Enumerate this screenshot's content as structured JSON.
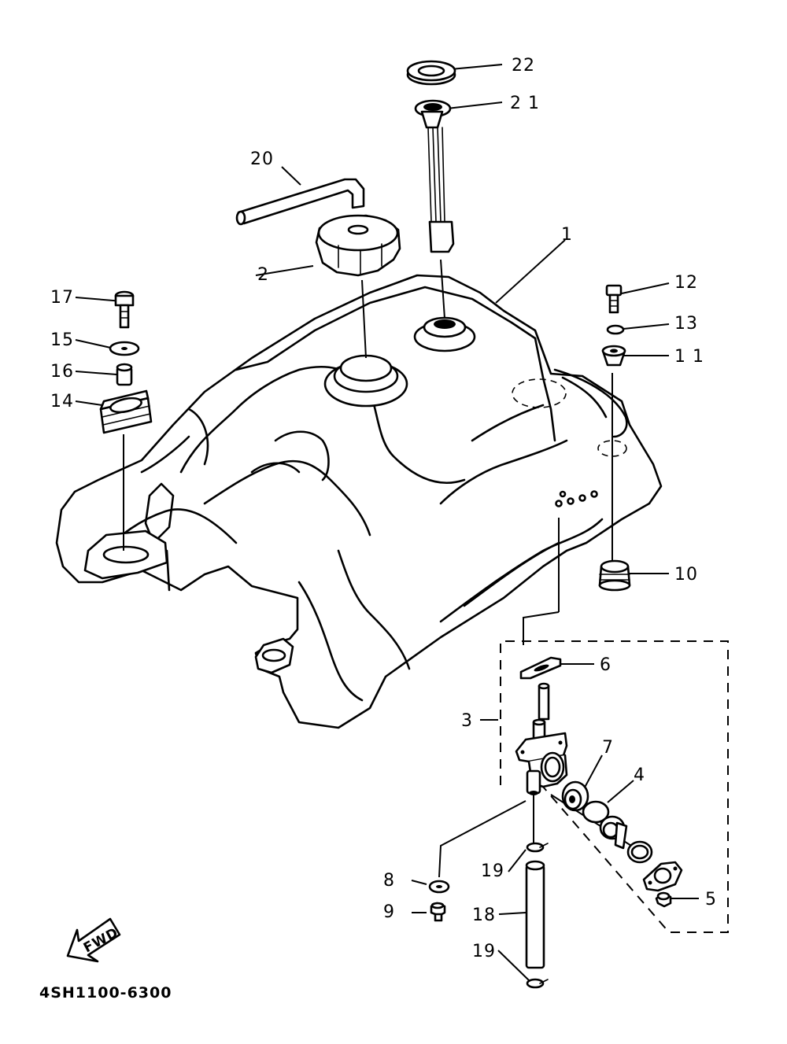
{
  "diagram_code": "4SH1100-6300",
  "fwd_label": "FWD",
  "callouts": {
    "c1": "1",
    "c2": "2",
    "c3": "3",
    "c4": "4",
    "c5": "5",
    "c6": "6",
    "c7": "7",
    "c8": "8",
    "c9": "9",
    "c10": "10",
    "c11": "1 1",
    "c12": "12",
    "c13": "13",
    "c14": "14",
    "c15": "15",
    "c16": "16",
    "c17": "17",
    "c18": "18",
    "c19a": "19",
    "c19b": "19",
    "c20": "20",
    "c21": "2 1",
    "c22": "22"
  }
}
